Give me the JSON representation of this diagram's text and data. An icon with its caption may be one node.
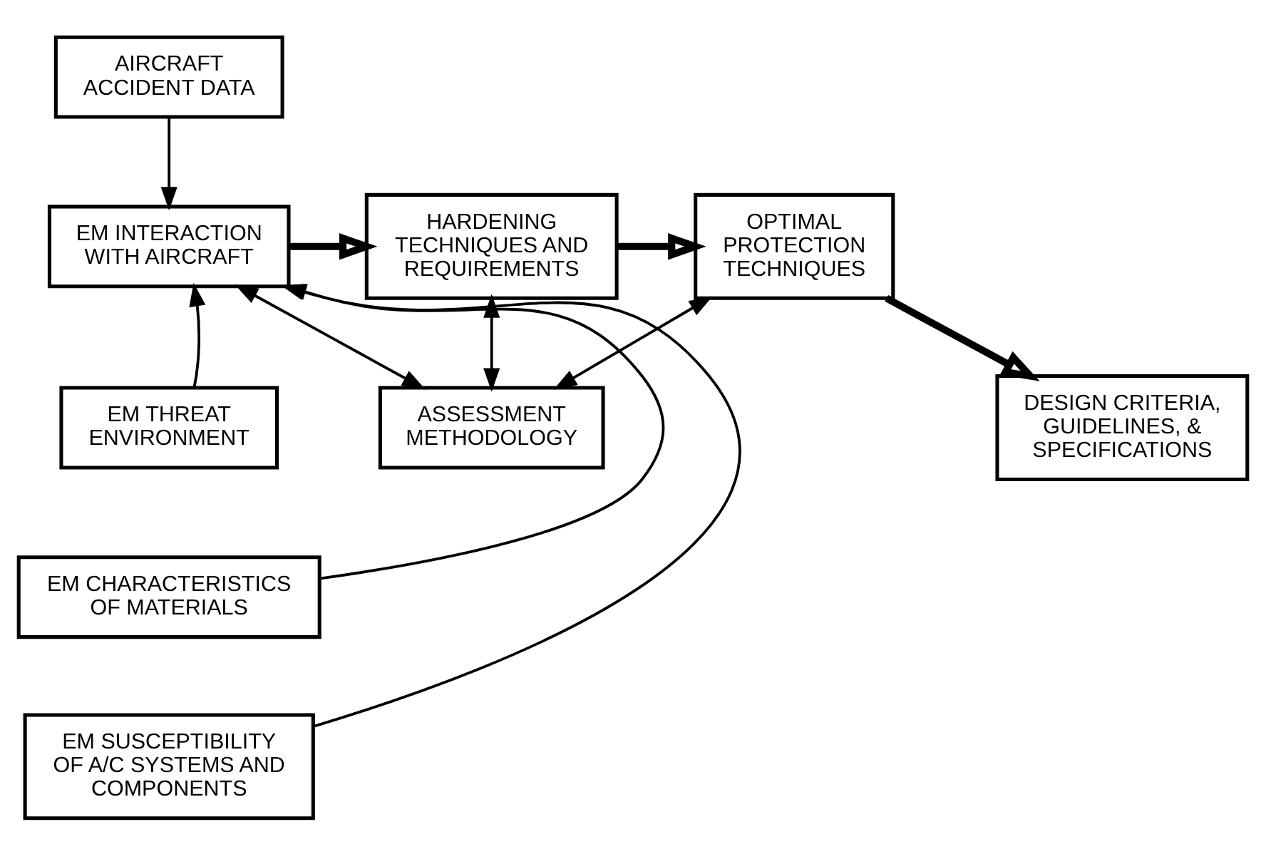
{
  "diagram": {
    "nodes": [
      {
        "text": [
          "AIRCRAFT ACCIDENT DATA"
        ]
      },
      {
        "text": [
          "EM INTERACTION WITH AIRCRAFT"
        ]
      },
      {
        "text": [
          "HARDENING TECHNIQUES AND REQUIREMENTS"
        ]
      },
      {
        "text": [
          "OPTIMAL PROTECTION TECHNIQUES"
        ]
      },
      {
        "text": [
          "EM THREAT ENVIRONMENT"
        ]
      },
      {
        "text": [
          "EM CHARACTERISTICS OF MATERIALS"
        ]
      },
      {
        "text": [
          "EM SUSCEPTIBILITY OF A/C SYSTEMS AND COMPONENTS"
        ]
      },
      {
        "text": [
          "ASSESSMENT METHODOLOGY"
        ]
      },
      {
        "text": [
          "DESIGN CRITERIA, GUIDELINES, & SPECIFICATIONS"
        ]
      }
    ],
    "edges": [
      {
        "from": 0,
        "to": 1,
        "arrow": "to"
      },
      {
        "from": 1,
        "to": 2,
        "arrow": "to",
        "style": "thick"
      },
      {
        "from": 2,
        "to": 3,
        "arrow": "to",
        "style": "thick"
      },
      {
        "from": 3,
        "to": 8,
        "arrow": "to",
        "style": "thick"
      },
      {
        "from": 1,
        "to": 7,
        "arrow": "both"
      },
      {
        "from": 2,
        "to": 7,
        "arrow": "both"
      },
      {
        "from": 3,
        "to": 7,
        "arrow": "both"
      },
      {
        "from": 4,
        "to": 1,
        "arrow": "to"
      },
      {
        "from": 5,
        "to": 1,
        "arrow": "to"
      },
      {
        "from": 6,
        "to": 1,
        "arrow": "to"
      }
    ]
  }
}
